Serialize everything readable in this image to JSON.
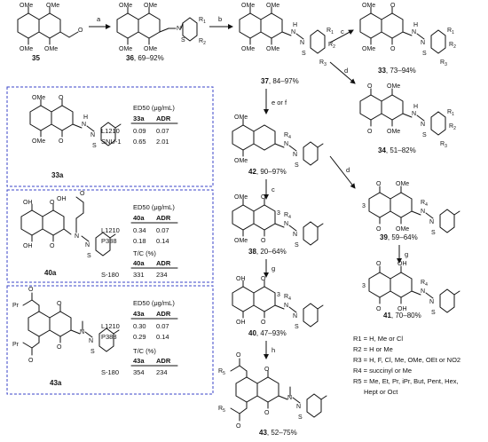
{
  "compounds": {
    "c35": {
      "id": "35",
      "yield": ""
    },
    "c36": {
      "id": "36",
      "yield": ", 69–92%"
    },
    "c37": {
      "id": "37",
      "yield": ", 84–97%"
    },
    "c33": {
      "id": "33",
      "yield": ", 73–94%"
    },
    "c34": {
      "id": "34",
      "yield": ", 51–82%"
    },
    "c42": {
      "id": "42",
      "yield": ", 90–97%"
    },
    "c38": {
      "id": "38",
      "yield": ", 20–64%"
    },
    "c39": {
      "id": "39",
      "yield": ", 59–64%"
    },
    "c40": {
      "id": "40",
      "yield": ", 47–93%"
    },
    "c41": {
      "id": "41",
      "yield": ", 70–80%"
    },
    "c43": {
      "id": "43",
      "yield": ", 52–75%"
    }
  },
  "steps": {
    "a": "a",
    "b": "b",
    "c_top": "c",
    "d_top": "d",
    "e_or_f": "e or f",
    "c_mid": "c",
    "d_mid": "d",
    "g_left": "g",
    "g_right": "g",
    "h": "h"
  },
  "atoms": {
    "ome": "OMe",
    "o": "O",
    "oh": "OH",
    "n": "N",
    "s": "S",
    "nh": "H",
    "hn": "HN",
    "r1": "R",
    "r2": "R",
    "r3": "R",
    "r4": "R",
    "r5": "R",
    "pr": "Pr",
    "n1": "1",
    "n2": "2",
    "n3": "3",
    "n4": "4",
    "n5": "5",
    "three": "3"
  },
  "panel_33a": {
    "title": "ED50 (μg/mL)",
    "col1": "33a",
    "col2": "ADR",
    "rows": [
      {
        "name": "L1210",
        "v1": "0.09",
        "v2": "0.07"
      },
      {
        "name": "SNU-1",
        "v1": "0.65",
        "v2": "2.01"
      }
    ],
    "label": "33a"
  },
  "panel_40a": {
    "title": "ED50 (μg/mL)",
    "col1": "40a",
    "col2": "ADR",
    "rows": [
      {
        "name": "L1210",
        "v1": "0.34",
        "v2": "0.07"
      },
      {
        "name": "P388",
        "v1": "0.18",
        "v2": "0.14"
      }
    ],
    "tc_title": "T/C (%)",
    "tc_col1": "40a",
    "tc_col2": "ADR",
    "tc_rows": [
      {
        "name": "S-180",
        "v1": "331",
        "v2": "234"
      }
    ],
    "label": "40a"
  },
  "panel_43a": {
    "title": "ED50 (μg/mL)",
    "col1": "43a",
    "col2": "ADR",
    "rows": [
      {
        "name": "L1210",
        "v1": "0.30",
        "v2": "0.07"
      },
      {
        "name": "P388",
        "v1": "0.29",
        "v2": "0.14"
      }
    ],
    "tc_title": "T/C (%)",
    "tc_col1": "43a",
    "tc_col2": "ADR",
    "tc_rows": [
      {
        "name": "S-180",
        "v1": "354",
        "v2": "234"
      }
    ],
    "label": "43a"
  },
  "legend": [
    "R1 = H, Me or Cl",
    "R2 = H or Me",
    "R3 = H, F, Cl, Me, OMe, OEt or NO2",
    "R4 = succinyl or Me",
    "R5 = Me, Et, Pr, iPr, But, Pent, Hex,",
    "Hept or Oct"
  ],
  "colors": {
    "box": "#3b46c8",
    "ink": "#111111"
  }
}
